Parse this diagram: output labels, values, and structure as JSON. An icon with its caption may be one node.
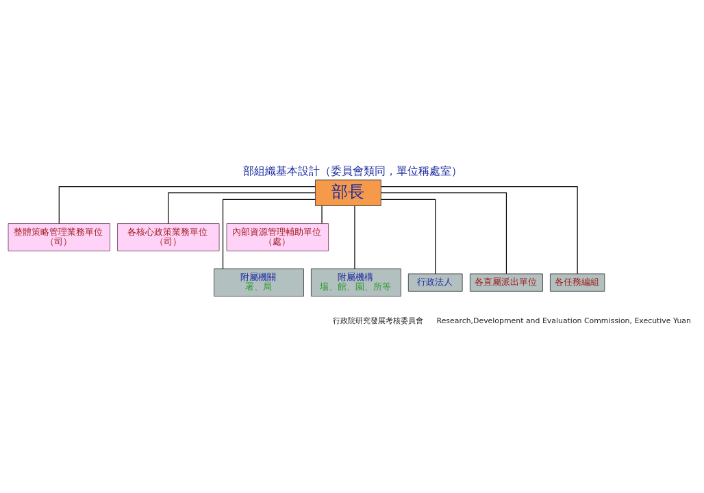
{
  "diagram": {
    "title": "部組織基本設計（委員會類同，單位稱處室）",
    "nodes": [
      {
        "text": [
          "部長"
        ]
      },
      {
        "text": [
          "整體策略管理業務單位",
          "（司）"
        ]
      },
      {
        "text": [
          "各核心政策業務單位",
          "（司）"
        ]
      },
      {
        "text": [
          "內部資源管理輔助單位",
          "（處）"
        ]
      },
      {
        "text": [
          "附屬機關",
          "署、局"
        ]
      },
      {
        "text": [
          "附屬機構",
          "場、館、園、所等"
        ]
      },
      {
        "text": [
          "行政法人"
        ]
      },
      {
        "text": [
          "各直屬派出單位"
        ]
      },
      {
        "text": [
          "各任務編組"
        ]
      }
    ],
    "edges": [
      {
        "from": 0,
        "to": 1,
        "arrow": "none"
      },
      {
        "from": 0,
        "to": 2,
        "arrow": "none"
      },
      {
        "from": 0,
        "to": 3,
        "arrow": "none"
      },
      {
        "from": 0,
        "to": 4,
        "arrow": "none"
      },
      {
        "from": 0,
        "to": 5,
        "arrow": "none"
      },
      {
        "from": 0,
        "to": 6,
        "arrow": "none"
      },
      {
        "from": 0,
        "to": 7,
        "arrow": "none"
      },
      {
        "from": 0,
        "to": 8,
        "arrow": "none"
      }
    ],
    "labels": [
      "行政院研究發展考核委員會",
      "Research,Development and Evaluation Commission, Executive Yuan"
    ]
  }
}
